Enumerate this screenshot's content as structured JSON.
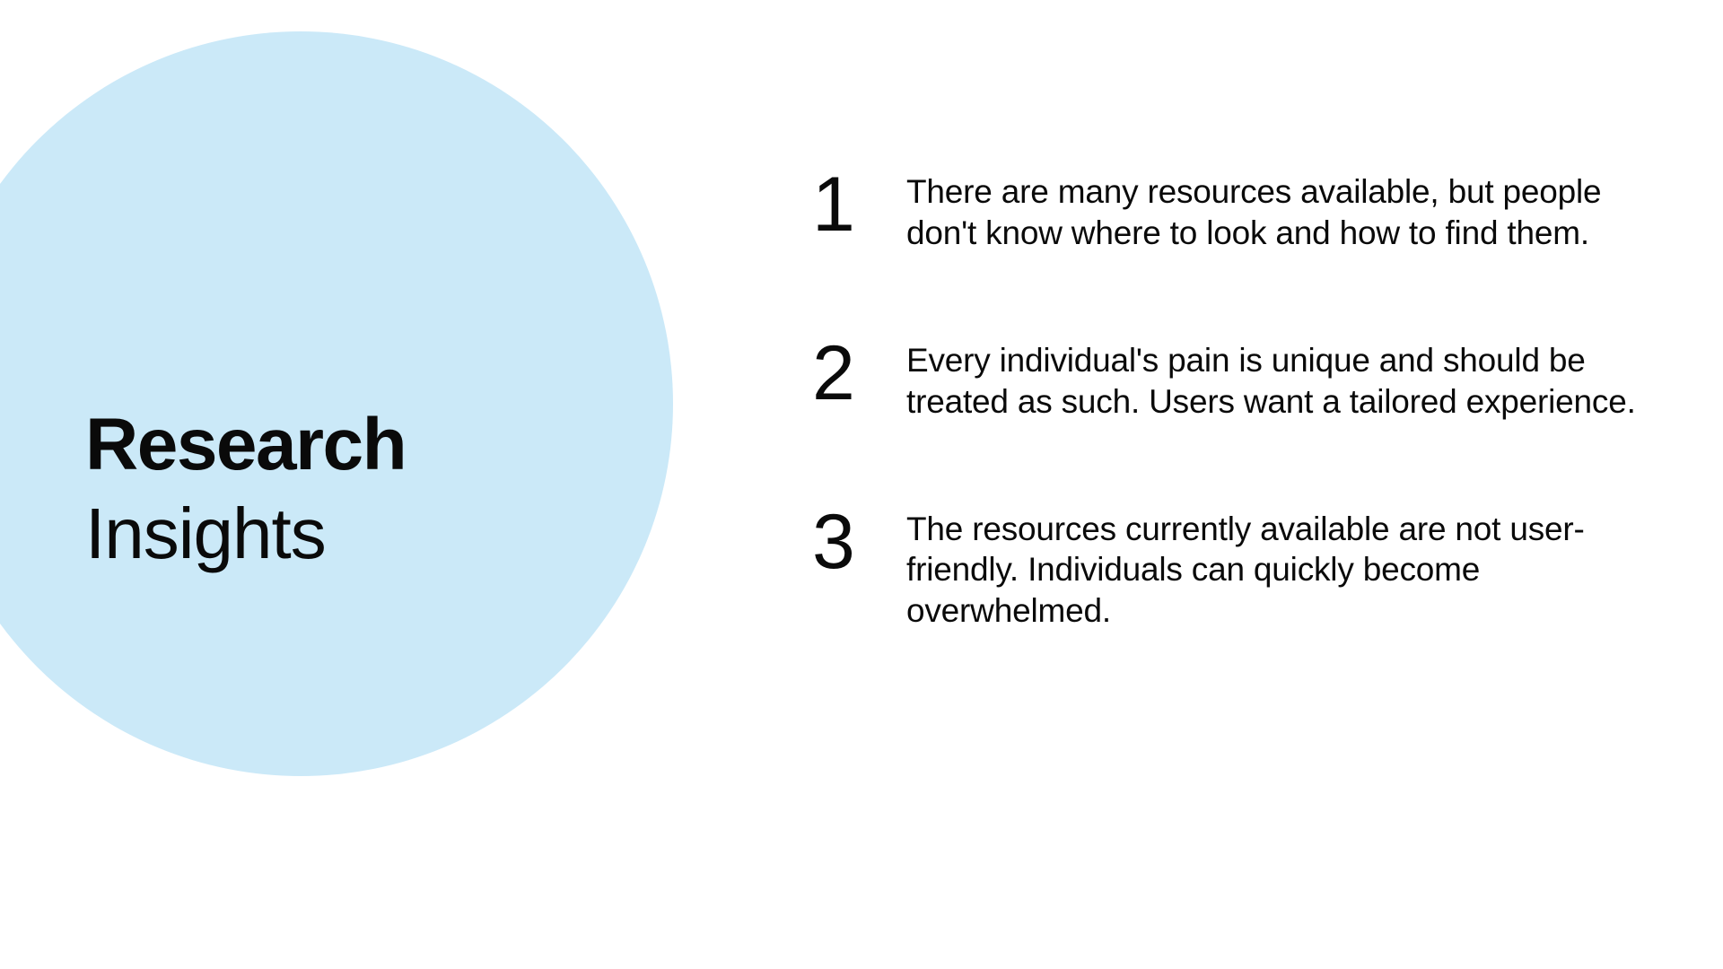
{
  "slide": {
    "theme": {
      "background_color": "#ffffff",
      "circle_color": "#cbe9f8",
      "text_color": "#0a0a0a"
    },
    "title": {
      "line1": "Research",
      "line2": "Insights"
    },
    "insights": [
      {
        "number": "1",
        "text": "There are many resources available, but people don't know where to look and how to find them."
      },
      {
        "number": "2",
        "text": "Every individual's pain is unique and should be treated as such. Users want a tailored experience."
      },
      {
        "number": "3",
        "text": "The resources currently available are not user-friendly. Individuals can quickly become overwhelmed."
      }
    ]
  }
}
